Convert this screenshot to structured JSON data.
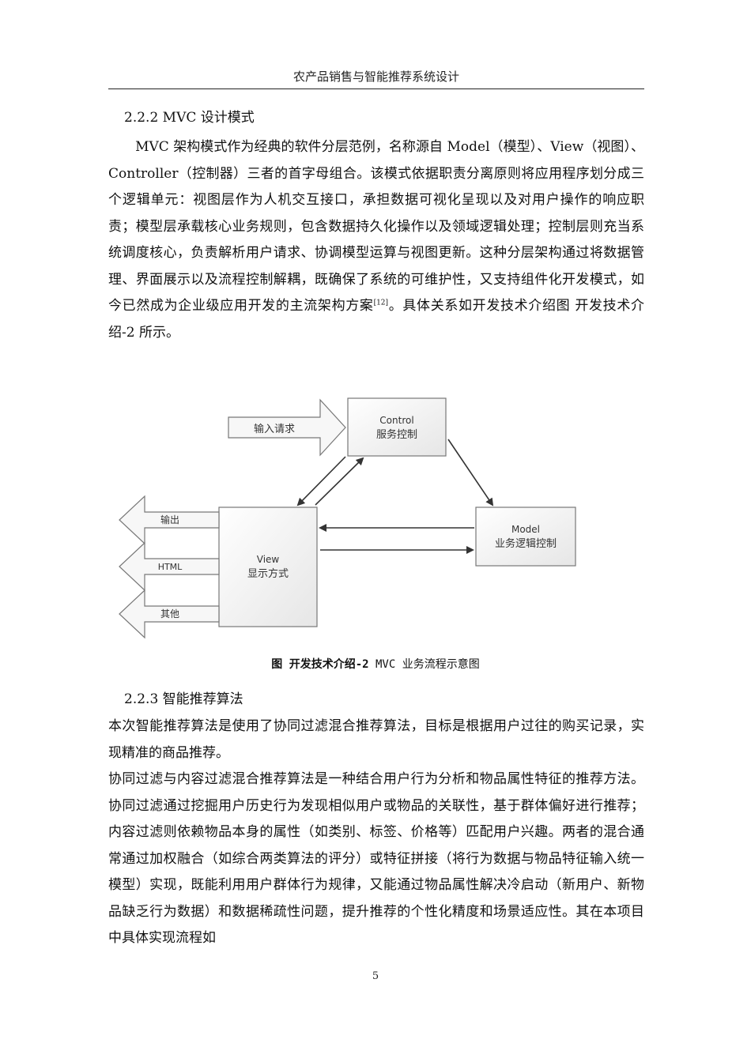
{
  "header": {
    "title": "农产品销售与智能推荐系统设计"
  },
  "section_mvc": {
    "heading": "2.2.2 MVC 设计模式",
    "paragraph_before_ref": "　　MVC 架构模式作为经典的软件分层范例，名称源自 Model（模型）、View（视图）、Controller（控制器）三者的首字母组合。该模式依据职责分离原则将应用程序划分成三个逻辑单元：视图层作为人机交互接口，承担数据可视化呈现以及对用户操作的响应职责；模型层承载核心业务规则，包含数据持久化操作以及领域逻辑处理；控制层则充当系统调度核心，负责解析用户请求、协调模型运算与视图更新。这种分层架构通过将数据管理、界面展示以及流程控制解耦，既确保了系统的可维护性，又支持组件化开发模式，如今已然成为企业级应用开发的主流架构方案",
    "citation": "[12]",
    "paragraph_after_ref": "。具体关系如开发技术介绍图  开发技术介绍-2 所示。"
  },
  "diagram": {
    "input_label": "输入请求",
    "control": {
      "title": "Control",
      "subtitle": "服务控制"
    },
    "model": {
      "title": "Model",
      "subtitle": "业务逻辑控制"
    },
    "view": {
      "title": "View",
      "subtitle": "显示方式"
    },
    "outputs": [
      "输出",
      "HTML",
      "其他"
    ]
  },
  "caption": {
    "label": "图  开发技术介绍-2 ",
    "text": "MVC 业务流程示意图"
  },
  "section_rec": {
    "heading": "2.2.3 智能推荐算法",
    "paragraph1": "  本次智能推荐算法是使用了协同过滤混合推荐算法，目标是根据用户过往的购买记录，实现精准的商品推荐。",
    "paragraph2": "  协同过滤与内容过滤混合推荐算法是一种结合用户行为分析和物品属性特征的推荐方法。协同过滤通过挖掘用户历史行为发现相似用户或物品的关联性，基于群体偏好进行推荐；内容过滤则依赖物品本身的属性（如类别、标签、价格等）匹配用户兴趣。两者的混合通常通过加权融合（如综合两类算法的评分）或特征拼接（将行为数据与物品特征输入统一模型）实现，既能利用用户群体行为规律，又能通过物品属性解决冷启动（新用户、新物品缺乏行为数据）和数据稀疏性问题，提升推荐的个性化精度和场景适应性。其在本项目中具体实现流程如"
  },
  "footer": {
    "page_number": "5"
  }
}
